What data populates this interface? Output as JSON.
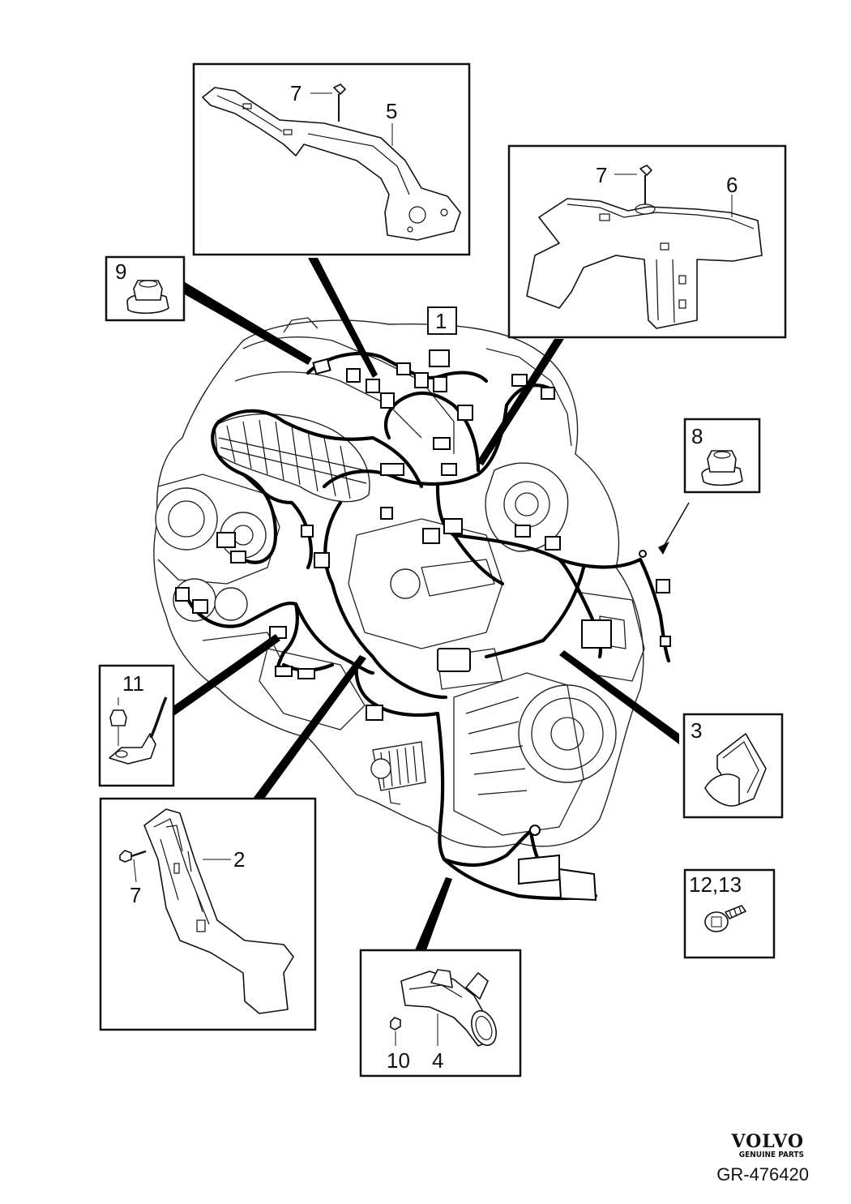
{
  "callouts": {
    "c1": "1",
    "c2": "2",
    "c3": "3",
    "c4": "4",
    "c5": "5",
    "c6": "6",
    "c7a": "7",
    "c7b": "7",
    "c7c": "7",
    "c8": "8",
    "c9": "9",
    "c10": "10",
    "c11": "11",
    "c1213": "12,13"
  },
  "brand": {
    "logo": "VOLVO",
    "sub": "GENUINE PARTS"
  },
  "reference": "GR-476420"
}
